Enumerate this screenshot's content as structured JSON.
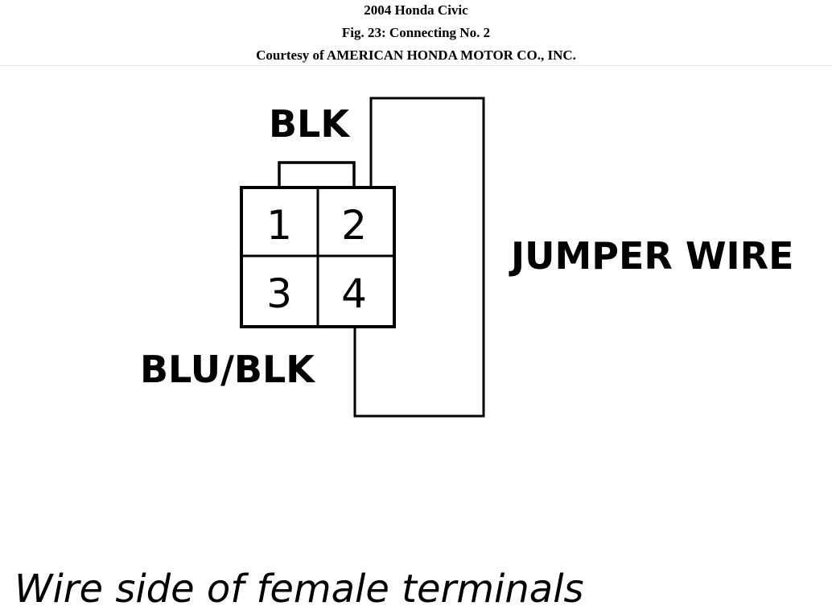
{
  "header": {
    "vehicle": "2004 Honda Civic",
    "figure": "Fig. 23: Connecting No. 2",
    "courtesy": "Courtesy of AMERICAN HONDA MOTOR CO., INC."
  },
  "diagram": {
    "connector_pins": [
      "1",
      "2",
      "3",
      "4"
    ],
    "wire_labels": {
      "top": "BLK",
      "bottom": "BLU/BLK",
      "jumper": "JUMPER WIRE"
    },
    "caption": "Wire side of female terminals"
  }
}
